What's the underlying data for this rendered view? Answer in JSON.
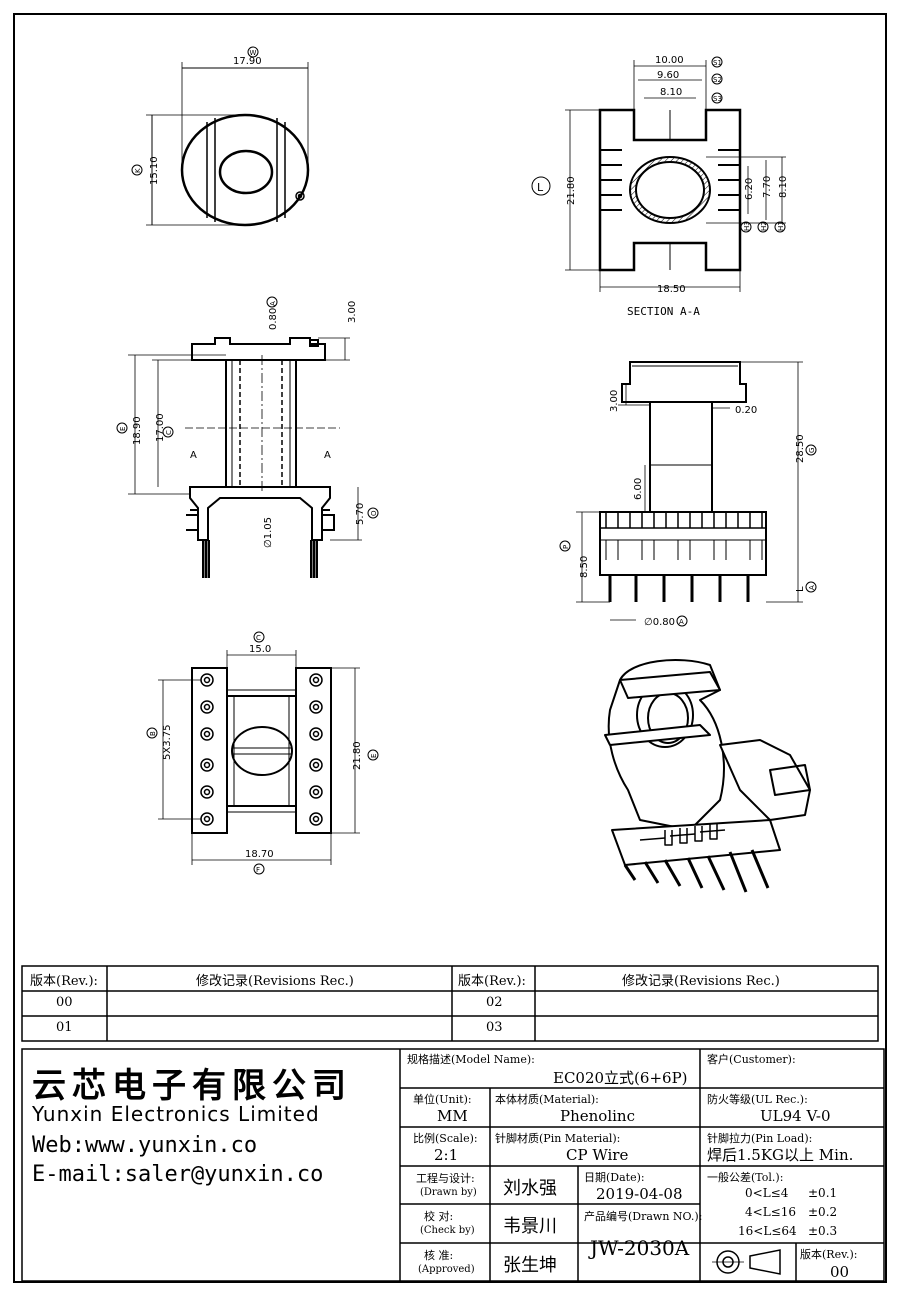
{
  "views": {
    "top": {
      "w_dim": "17.90",
      "w_tag": "W",
      "k_dim": "15.10",
      "k_tag": "K"
    },
    "section": {
      "d1": "10.00",
      "d2": "9.60",
      "d3": "8.10",
      "t1": "S1",
      "t2": "S2",
      "t3": "S3",
      "h_dim": "21.80",
      "h_tag": "L",
      "w_dim": "18.50",
      "h1": "6.20",
      "h2": "7.70",
      "h3": "8.10",
      "ht1": "H3",
      "ht2": "H2",
      "ht3": "H1",
      "caption": "SECTION A-A"
    },
    "front": {
      "top_dim": "3.00",
      "wall_dim": "0.80",
      "wall_tag": "A",
      "total_dim": "18.90",
      "total_tag": "E",
      "inner_dim": "17.00",
      "inner_tag": "C",
      "section_mark": "A",
      "pin_dim": "∅1.05",
      "pin_h": "5.70",
      "pin_tag": "O"
    },
    "side": {
      "top_dim": "3.00",
      "gap_dim": "0.20",
      "mid_dim": "6.00",
      "total_dim": "28.50",
      "total_tag": "G",
      "pin_dim": "8.50",
      "pin_tag": "P",
      "l_tag": "L",
      "pin_dia": "∅0.80",
      "pin_dia_tag": "A"
    },
    "bottom": {
      "w_dim": "15.0",
      "w_tag": "C",
      "pitch": "5X3.75",
      "pitch_tag": "B",
      "h_dim": "21.80",
      "h_tag": "E",
      "total_w": "18.70",
      "total_w_tag": "F"
    }
  },
  "revisions": {
    "header_rev": "版本(Rev.):",
    "header_rec": "修改记录(Revisions Rec.)",
    "rows": [
      {
        "rev_left": "00",
        "rev_right": "02"
      },
      {
        "rev_left": "01",
        "rev_right": "03"
      }
    ]
  },
  "company": {
    "name_cn": "云芯电子有限公司",
    "name_en": "Yunxin Electronics Limited",
    "web": "Web:www.yunxin.co",
    "email": "E-mail:saler@yunxin.co"
  },
  "title_block": {
    "model_label": "规格描述(Model Name):",
    "model_value": "EC020立式(6+6P)",
    "customer_label": "客户(Customer):",
    "unit_label": "单位(Unit):",
    "unit_value": "MM",
    "material_label": "本体材质(Material):",
    "material_value": "Phenolinc",
    "ul_label": "防火等级(UL Rec.):",
    "ul_value": "UL94 V-0",
    "scale_label": "比例(Scale):",
    "scale_value": "2:1",
    "pin_material_label": "针脚材质(Pin Material):",
    "pin_material_value": "CP Wire",
    "pin_load_label": "针脚拉力(Pin Load):",
    "pin_load_value": "焊后1.5KG以上 Min.",
    "drawn_label_cn": "工程与设计:",
    "drawn_label_en": "(Drawn by)",
    "drawn_value": "刘水强",
    "date_label": "日期(Date):",
    "date_value": "2019-04-08",
    "tol_label": "一般公差(Tol.):",
    "tol_rows": [
      {
        "range": "0<L≤4",
        "value": "±0.1"
      },
      {
        "range": "4<L≤16",
        "value": "±0.2"
      },
      {
        "range": "16<L≤64",
        "value": "±0.3"
      }
    ],
    "check_label_cn": "校  对:",
    "check_label_en": "(Check by)",
    "check_value": "韦景川",
    "drawn_no_label": "产品编号(Drawn NO.):",
    "drawn_no_value": "JW-2030A",
    "approved_label_cn": "核  准:",
    "approved_label_en": "(Approved)",
    "approved_value": "张生坤",
    "rev_label": "版本(Rev.):",
    "rev_value": "00"
  }
}
